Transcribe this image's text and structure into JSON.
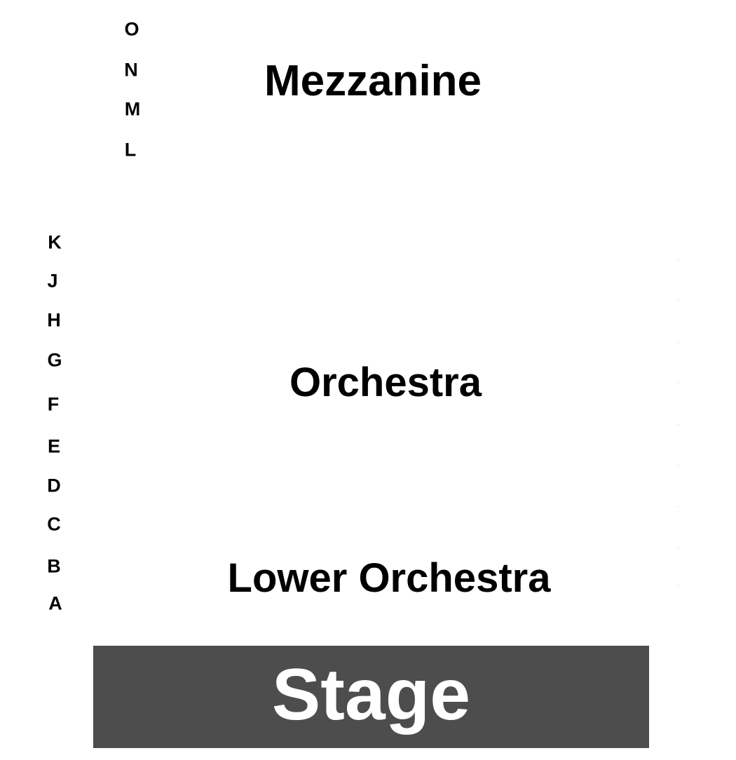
{
  "colors": {
    "background": "#ffffff",
    "text": "#000000",
    "stage_fill": "#4d4d4d",
    "stage_text": "#ffffff"
  },
  "sections": {
    "mezzanine": "Mezzanine",
    "orchestra": "Orchestra",
    "lower_orchestra": "Lower Orchestra"
  },
  "stage": {
    "label": "Stage"
  },
  "rows": {
    "mezzanine": [
      "O",
      "N",
      "M",
      "L"
    ],
    "orchestra": [
      "K",
      "J",
      "H",
      "G",
      "F",
      "E",
      "D",
      "C",
      "B",
      "A"
    ]
  }
}
